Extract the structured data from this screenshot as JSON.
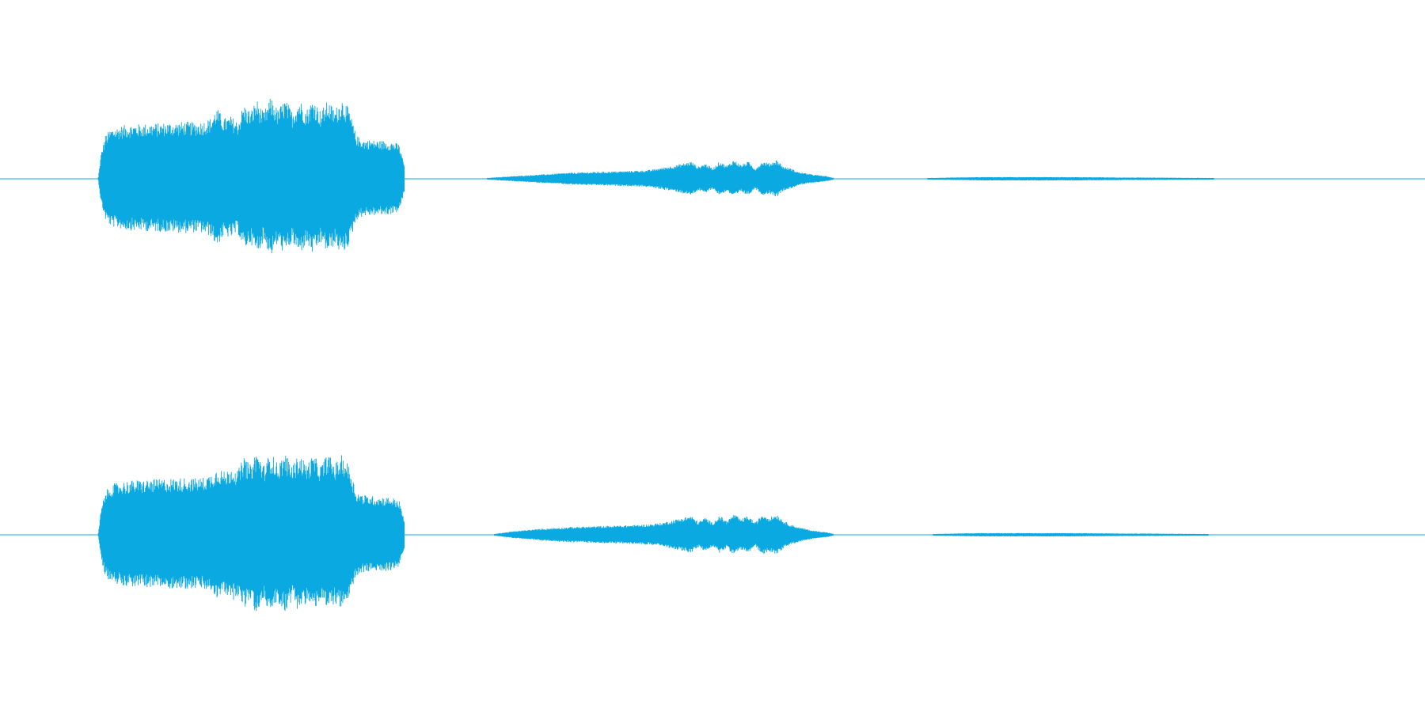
{
  "colors": {
    "background": "#ffffff",
    "waveform": "#0aa9e1"
  },
  "chart_data": {
    "type": "waveform",
    "description_of_axes": "",
    "x_range": [
      0,
      1
    ],
    "y_range": [
      -1,
      1
    ],
    "grid": false,
    "channels": [
      {
        "name": "",
        "segments": [
          {
            "start": 0.069,
            "end": 0.284,
            "pulses": [
              [
                0.069,
                0.02
              ],
              [
                0.071,
                0.3
              ],
              [
                0.074,
                0.5
              ],
              [
                0.078,
                0.58
              ],
              [
                0.083,
                0.6
              ],
              [
                0.088,
                0.62
              ],
              [
                0.094,
                0.63
              ],
              [
                0.1,
                0.63
              ],
              [
                0.106,
                0.64
              ],
              [
                0.112,
                0.64
              ],
              [
                0.118,
                0.65
              ],
              [
                0.124,
                0.65
              ],
              [
                0.13,
                0.66
              ],
              [
                0.136,
                0.65
              ],
              [
                0.142,
                0.66
              ],
              [
                0.148,
                0.7
              ],
              [
                0.152,
                0.82
              ],
              [
                0.157,
                0.7
              ],
              [
                0.162,
                0.72
              ],
              [
                0.167,
                0.66
              ],
              [
                0.171,
                0.86
              ],
              [
                0.176,
                0.78
              ],
              [
                0.18,
                0.92
              ],
              [
                0.185,
                0.76
              ],
              [
                0.19,
                0.94
              ],
              [
                0.195,
                0.8
              ],
              [
                0.2,
                0.92
              ],
              [
                0.205,
                0.78
              ],
              [
                0.21,
                0.92
              ],
              [
                0.215,
                0.8
              ],
              [
                0.22,
                0.93
              ],
              [
                0.225,
                0.78
              ],
              [
                0.23,
                0.9
              ],
              [
                0.235,
                0.8
              ],
              [
                0.24,
                0.93
              ],
              [
                0.245,
                0.8
              ],
              [
                0.25,
                0.5
              ],
              [
                0.255,
                0.45
              ],
              [
                0.26,
                0.45
              ],
              [
                0.265,
                0.44
              ],
              [
                0.27,
                0.44
              ],
              [
                0.275,
                0.43
              ],
              [
                0.28,
                0.4
              ],
              [
                0.284,
                0.15
              ]
            ]
          },
          {
            "start": 0.342,
            "end": 0.585,
            "pulses": [
              [
                0.342,
                0.01
              ],
              [
                0.36,
                0.03
              ],
              [
                0.38,
                0.05
              ],
              [
                0.4,
                0.07
              ],
              [
                0.42,
                0.08
              ],
              [
                0.44,
                0.09
              ],
              [
                0.455,
                0.1
              ],
              [
                0.465,
                0.13
              ],
              [
                0.475,
                0.16
              ],
              [
                0.485,
                0.2
              ],
              [
                0.49,
                0.14
              ],
              [
                0.495,
                0.18
              ],
              [
                0.5,
                0.12
              ],
              [
                0.505,
                0.2
              ],
              [
                0.51,
                0.15
              ],
              [
                0.515,
                0.22
              ],
              [
                0.52,
                0.16
              ],
              [
                0.525,
                0.2
              ],
              [
                0.53,
                0.12
              ],
              [
                0.535,
                0.2
              ],
              [
                0.54,
                0.18
              ],
              [
                0.545,
                0.22
              ],
              [
                0.55,
                0.14
              ],
              [
                0.555,
                0.12
              ],
              [
                0.56,
                0.08
              ],
              [
                0.57,
                0.05
              ],
              [
                0.58,
                0.03
              ],
              [
                0.585,
                0.01
              ]
            ]
          },
          {
            "start": 0.651,
            "end": 0.852,
            "pulses": [
              [
                0.651,
                0.01
              ],
              [
                0.67,
                0.015
              ],
              [
                0.69,
                0.02
              ],
              [
                0.71,
                0.02
              ],
              [
                0.73,
                0.02
              ],
              [
                0.75,
                0.02
              ],
              [
                0.77,
                0.018
              ],
              [
                0.79,
                0.015
              ],
              [
                0.81,
                0.015
              ],
              [
                0.83,
                0.012
              ],
              [
                0.852,
                0.01
              ]
            ]
          }
        ]
      },
      {
        "name": "",
        "segments": [
          {
            "start": 0.069,
            "end": 0.284,
            "pulses": [
              [
                0.069,
                0.02
              ],
              [
                0.071,
                0.3
              ],
              [
                0.074,
                0.5
              ],
              [
                0.078,
                0.58
              ],
              [
                0.083,
                0.6
              ],
              [
                0.088,
                0.62
              ],
              [
                0.094,
                0.63
              ],
              [
                0.1,
                0.63
              ],
              [
                0.106,
                0.64
              ],
              [
                0.112,
                0.64
              ],
              [
                0.118,
                0.65
              ],
              [
                0.124,
                0.65
              ],
              [
                0.13,
                0.66
              ],
              [
                0.136,
                0.65
              ],
              [
                0.142,
                0.66
              ],
              [
                0.148,
                0.7
              ],
              [
                0.153,
                0.78
              ],
              [
                0.158,
                0.72
              ],
              [
                0.163,
                0.8
              ],
              [
                0.167,
                0.74
              ],
              [
                0.171,
                0.9
              ],
              [
                0.176,
                0.8
              ],
              [
                0.18,
                0.98
              ],
              [
                0.185,
                0.8
              ],
              [
                0.19,
                0.95
              ],
              [
                0.195,
                0.82
              ],
              [
                0.2,
                0.94
              ],
              [
                0.205,
                0.8
              ],
              [
                0.21,
                0.93
              ],
              [
                0.215,
                0.82
              ],
              [
                0.22,
                0.92
              ],
              [
                0.225,
                0.8
              ],
              [
                0.23,
                0.94
              ],
              [
                0.235,
                0.82
              ],
              [
                0.24,
                0.92
              ],
              [
                0.245,
                0.8
              ],
              [
                0.25,
                0.5
              ],
              [
                0.255,
                0.46
              ],
              [
                0.26,
                0.45
              ],
              [
                0.265,
                0.44
              ],
              [
                0.27,
                0.44
              ],
              [
                0.275,
                0.43
              ],
              [
                0.28,
                0.4
              ],
              [
                0.284,
                0.15
              ]
            ]
          },
          {
            "start": 0.347,
            "end": 0.585,
            "pulses": [
              [
                0.347,
                0.01
              ],
              [
                0.36,
                0.04
              ],
              [
                0.38,
                0.07
              ],
              [
                0.4,
                0.09
              ],
              [
                0.42,
                0.1
              ],
              [
                0.44,
                0.11
              ],
              [
                0.455,
                0.12
              ],
              [
                0.465,
                0.14
              ],
              [
                0.475,
                0.18
              ],
              [
                0.485,
                0.22
              ],
              [
                0.49,
                0.15
              ],
              [
                0.495,
                0.2
              ],
              [
                0.5,
                0.14
              ],
              [
                0.505,
                0.22
              ],
              [
                0.51,
                0.16
              ],
              [
                0.515,
                0.24
              ],
              [
                0.52,
                0.18
              ],
              [
                0.525,
                0.22
              ],
              [
                0.53,
                0.14
              ],
              [
                0.535,
                0.24
              ],
              [
                0.54,
                0.2
              ],
              [
                0.545,
                0.24
              ],
              [
                0.55,
                0.16
              ],
              [
                0.555,
                0.12
              ],
              [
                0.56,
                0.09
              ],
              [
                0.57,
                0.05
              ],
              [
                0.58,
                0.03
              ],
              [
                0.585,
                0.01
              ]
            ]
          },
          {
            "start": 0.655,
            "end": 0.848,
            "pulses": [
              [
                0.655,
                0.01
              ],
              [
                0.67,
                0.015
              ],
              [
                0.69,
                0.02
              ],
              [
                0.71,
                0.02
              ],
              [
                0.73,
                0.02
              ],
              [
                0.75,
                0.02
              ],
              [
                0.77,
                0.018
              ],
              [
                0.79,
                0.015
              ],
              [
                0.81,
                0.015
              ],
              [
                0.83,
                0.012
              ],
              [
                0.848,
                0.01
              ]
            ]
          }
        ]
      }
    ]
  }
}
